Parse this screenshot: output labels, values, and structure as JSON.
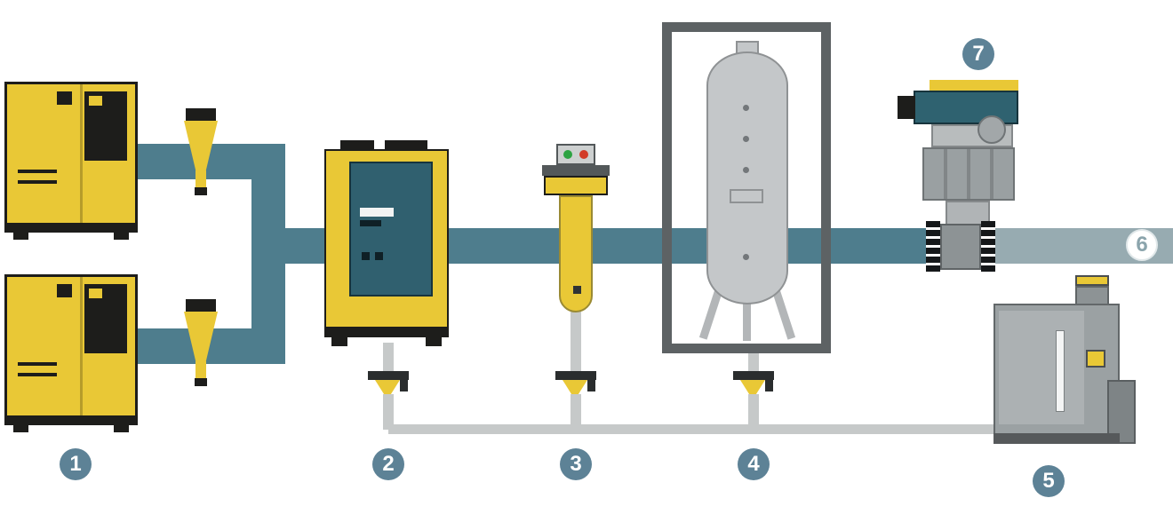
{
  "diagram": {
    "badges": [
      {
        "label": "1",
        "component": "rotary-screw-compressors"
      },
      {
        "label": "2",
        "component": "refrigeration-dryer"
      },
      {
        "label": "3",
        "component": "compressed-air-filter"
      },
      {
        "label": "4",
        "component": "air-receiver"
      },
      {
        "label": "5",
        "component": "condensate-treatment-system"
      },
      {
        "label": "6",
        "component": "compressed-air-distribution-line"
      },
      {
        "label": "7",
        "component": "shut-off-valve-with-actuator"
      }
    ],
    "colors": {
      "machine_yellow": "#e9c836",
      "pipe_teal": "#4e7d8d",
      "pipe_downstream": "#97abb1",
      "condensate_pipe": "#c6c9c9",
      "badge_blue": "#5d8296",
      "panel_teal": "#30606f",
      "indicator_green": "#2da342",
      "indicator_red": "#d23b28"
    }
  }
}
